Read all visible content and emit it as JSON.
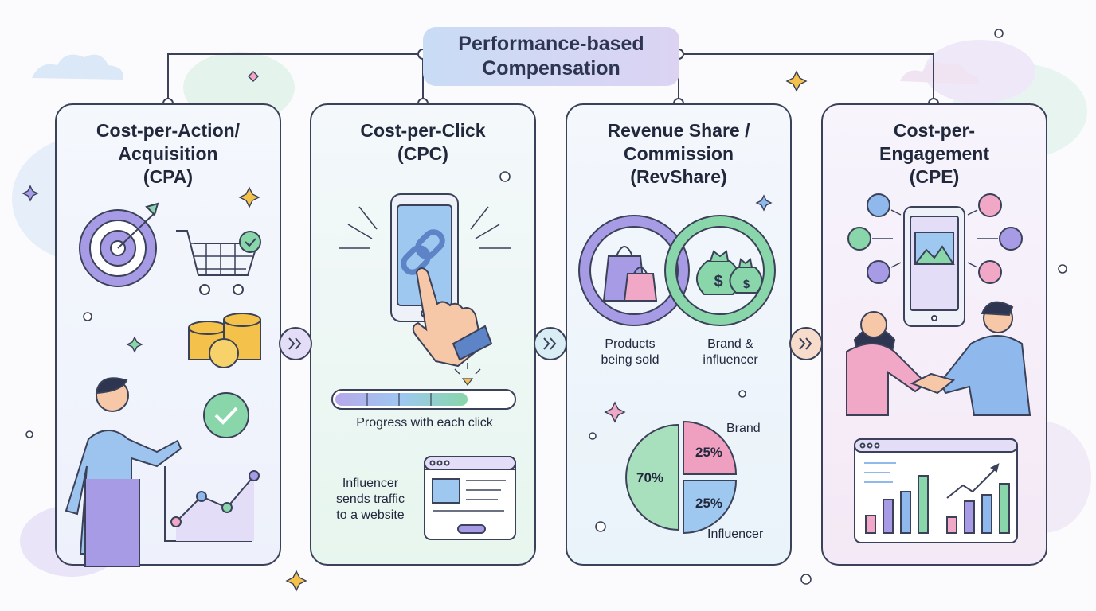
{
  "title": "Performance-based\nCompensation",
  "cards": [
    {
      "title": "Cost-per-Action/\nAcquisition\n(CPA)"
    },
    {
      "title": "Cost-per-Click\n(CPC)",
      "progress_label": "Progress with each click",
      "traffic_label": "Influencer\nsends traffic\nto a website"
    },
    {
      "title": "Revenue Share /\nCommission\n(RevShare)",
      "products_label": "Products\nbeing sold",
      "brand_influencer_label": "Brand &\ninfluencer",
      "pie": {
        "brand_label": "Brand",
        "influencer_label": "Influencer",
        "slices": [
          {
            "label": "70%",
            "value": 70,
            "color": "#a8dfbd"
          },
          {
            "label": "25%",
            "value": 25,
            "color": "#ef9fc0"
          },
          {
            "label": "25%",
            "value": 25,
            "color": "#9ec8f0"
          }
        ]
      }
    },
    {
      "title": "Cost-per-\nEngagement\n(CPE)"
    }
  ],
  "colors": {
    "outline": "#3a4158",
    "purple": "#a79be6",
    "green": "#88d6a9",
    "blue": "#8fb9ec",
    "pink": "#f0a8c6",
    "gold": "#f4c14a"
  }
}
